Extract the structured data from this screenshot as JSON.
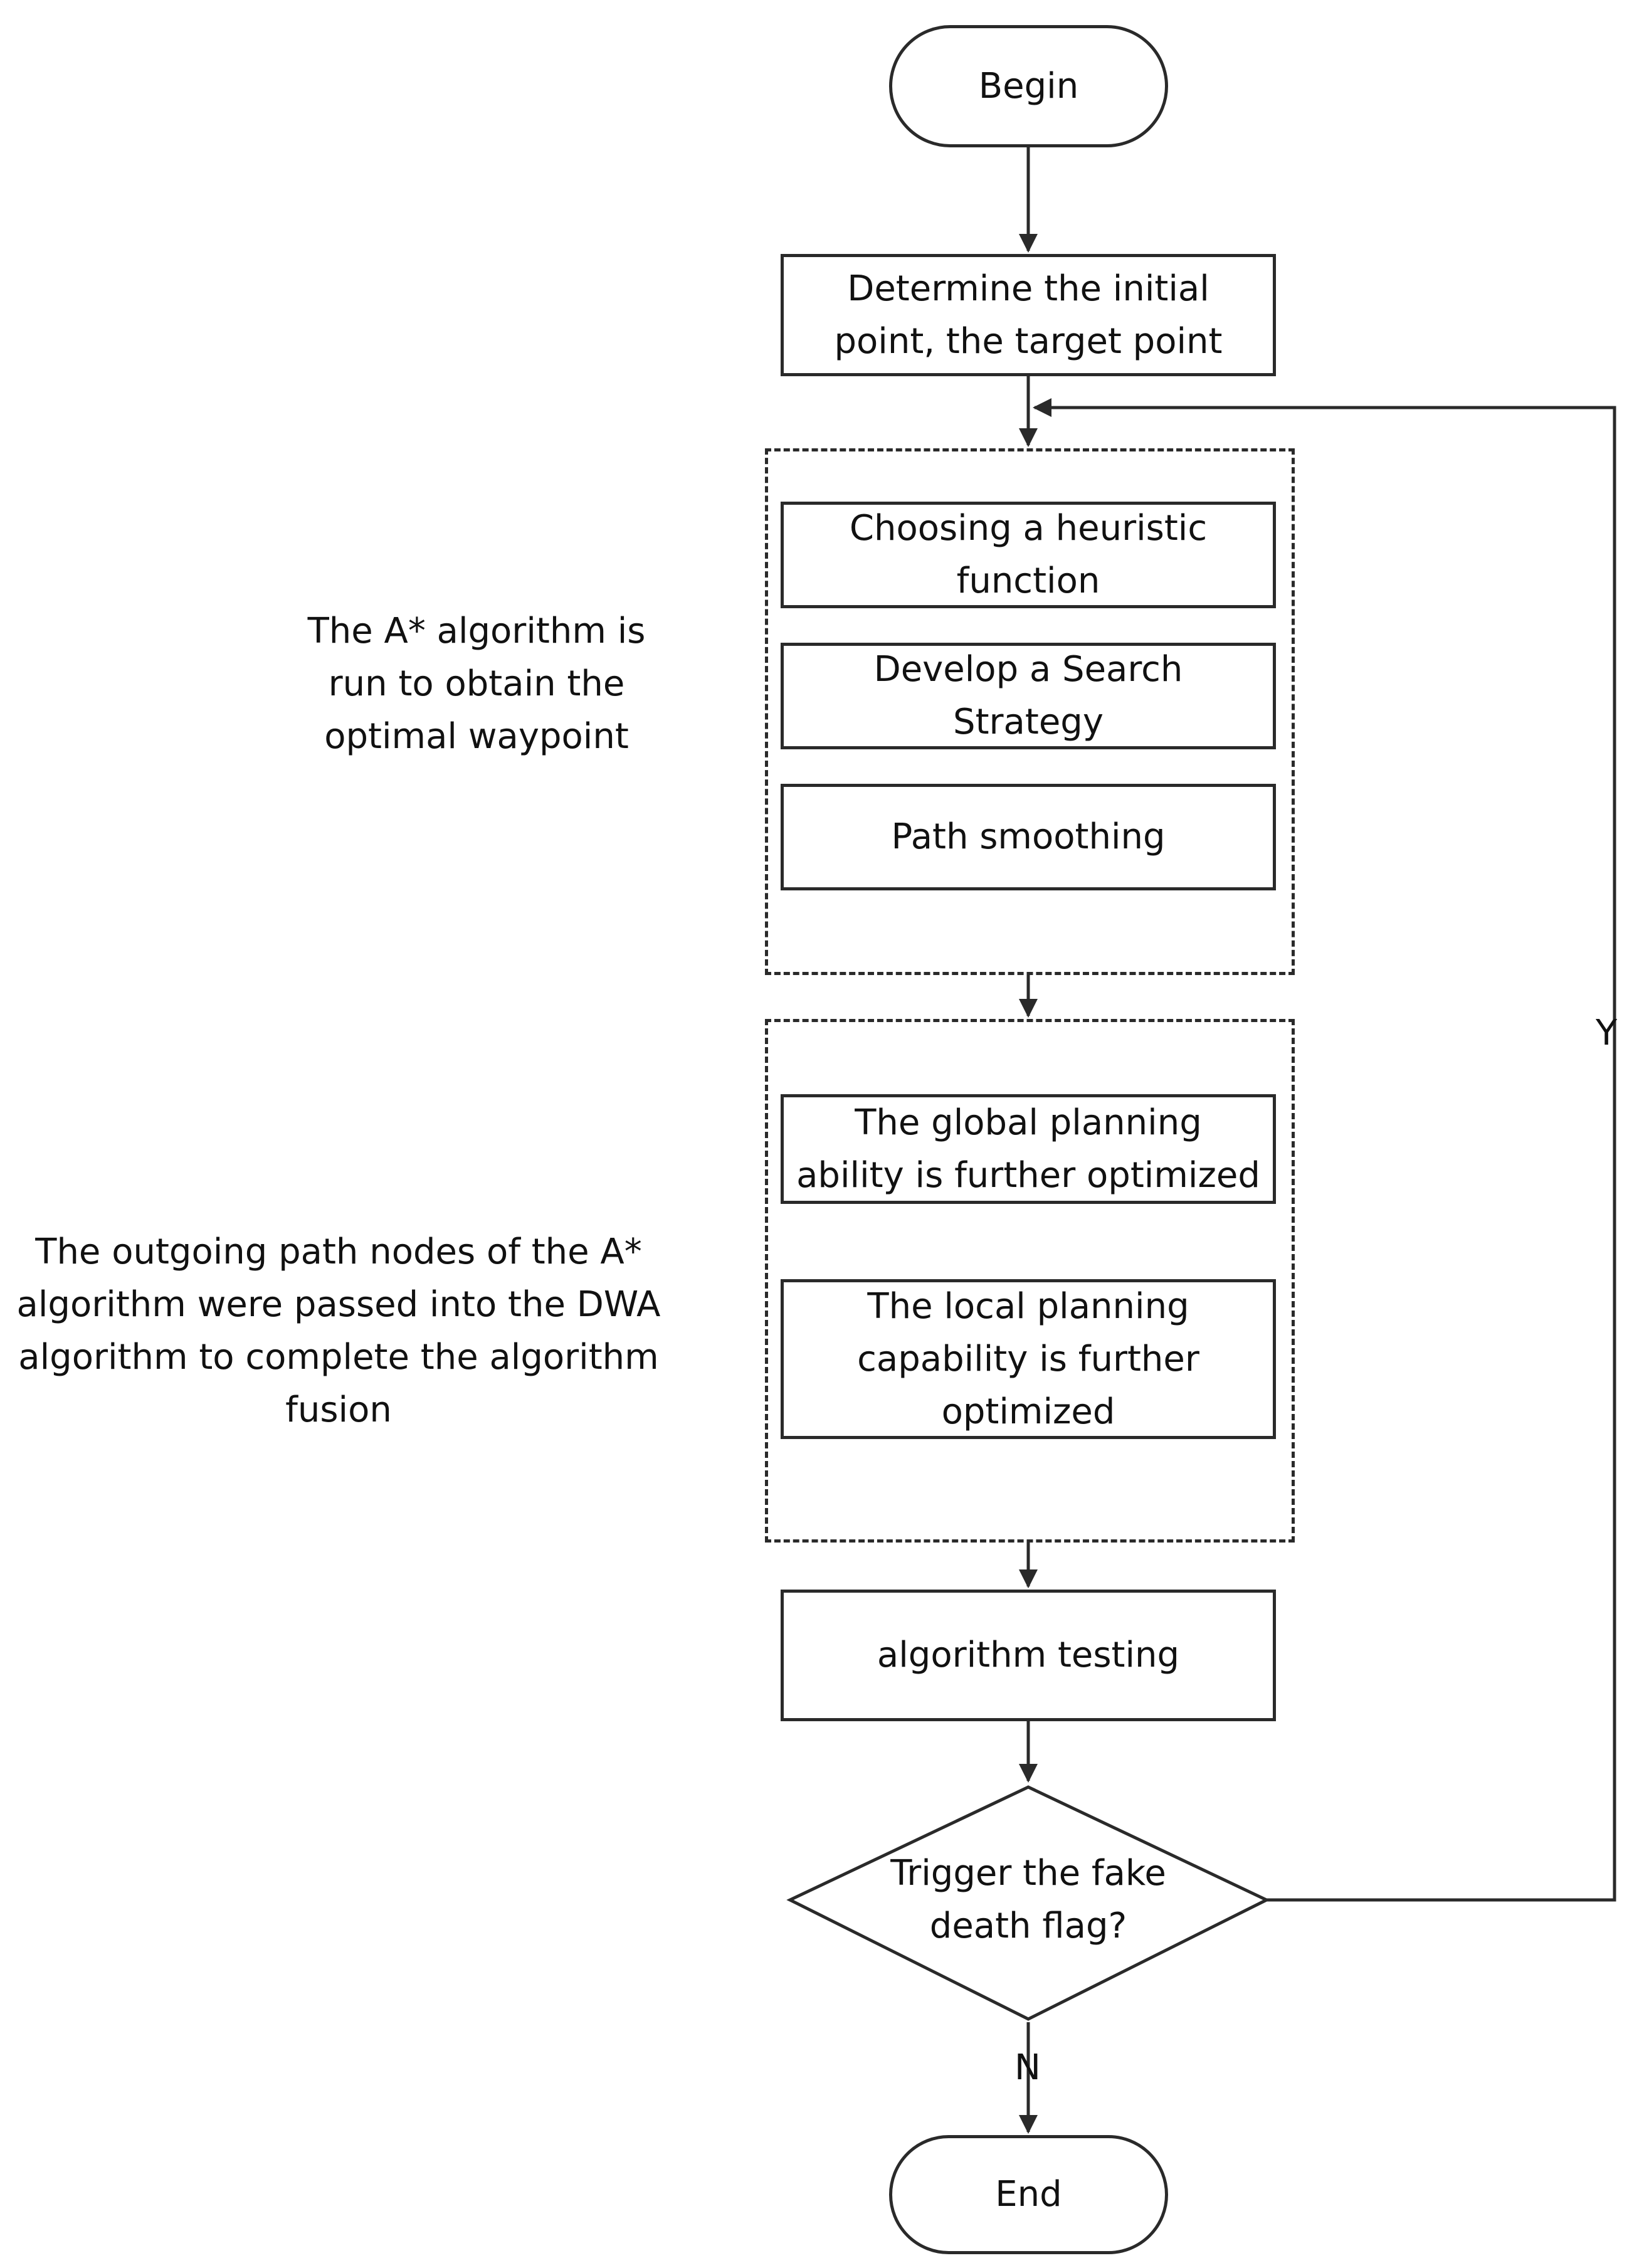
{
  "nodes": {
    "begin": "Begin",
    "init": "Determine the initial point, the target point",
    "heuristic": "Choosing a heuristic function",
    "search": "Develop a Search Strategy",
    "smoothing": "Path smoothing",
    "global": "The global planning ability is further optimized",
    "local": "The local planning capability is further optimized",
    "testing": "algorithm testing",
    "decision": "Trigger the fake death flag?",
    "end": "End"
  },
  "notes": {
    "astar": "The A* algorithm is run to obtain the optimal waypoint",
    "fusion": "The outgoing path nodes of the A* algorithm were passed into the DWA algorithm to complete the algorithm fusion"
  },
  "edge_labels": {
    "yes": "Y",
    "no": "N"
  }
}
